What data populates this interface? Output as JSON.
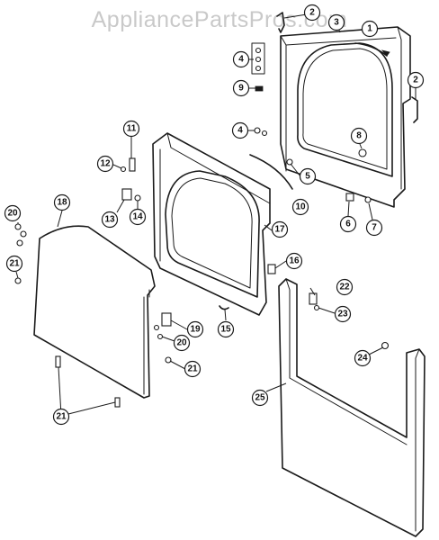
{
  "watermark": "AppliancePartsPros.com",
  "callouts": [
    {
      "num": "1"
    },
    {
      "num": "2"
    },
    {
      "num": "2"
    },
    {
      "num": "3"
    },
    {
      "num": "4"
    },
    {
      "num": "4"
    },
    {
      "num": "5"
    },
    {
      "num": "6"
    },
    {
      "num": "7"
    },
    {
      "num": "8"
    },
    {
      "num": "9"
    },
    {
      "num": "10"
    },
    {
      "num": "11"
    },
    {
      "num": "12"
    },
    {
      "num": "13"
    },
    {
      "num": "14"
    },
    {
      "num": "15"
    },
    {
      "num": "16"
    },
    {
      "num": "17"
    },
    {
      "num": "18"
    },
    {
      "num": "19"
    },
    {
      "num": "20"
    },
    {
      "num": "20"
    },
    {
      "num": "21"
    },
    {
      "num": "21"
    },
    {
      "num": "21"
    },
    {
      "num": "22"
    },
    {
      "num": "23"
    },
    {
      "num": "24"
    },
    {
      "num": "25"
    }
  ]
}
